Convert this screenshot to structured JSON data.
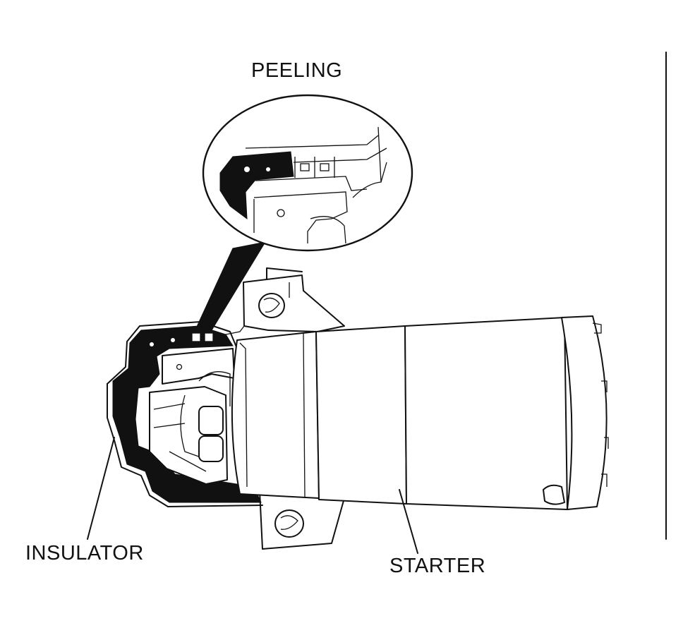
{
  "labels": {
    "peeling": "PEELING",
    "insulator": "INSULATOR",
    "starter": "STARTER"
  },
  "colors": {
    "ink": "#111111",
    "paper": "#ffffff"
  }
}
